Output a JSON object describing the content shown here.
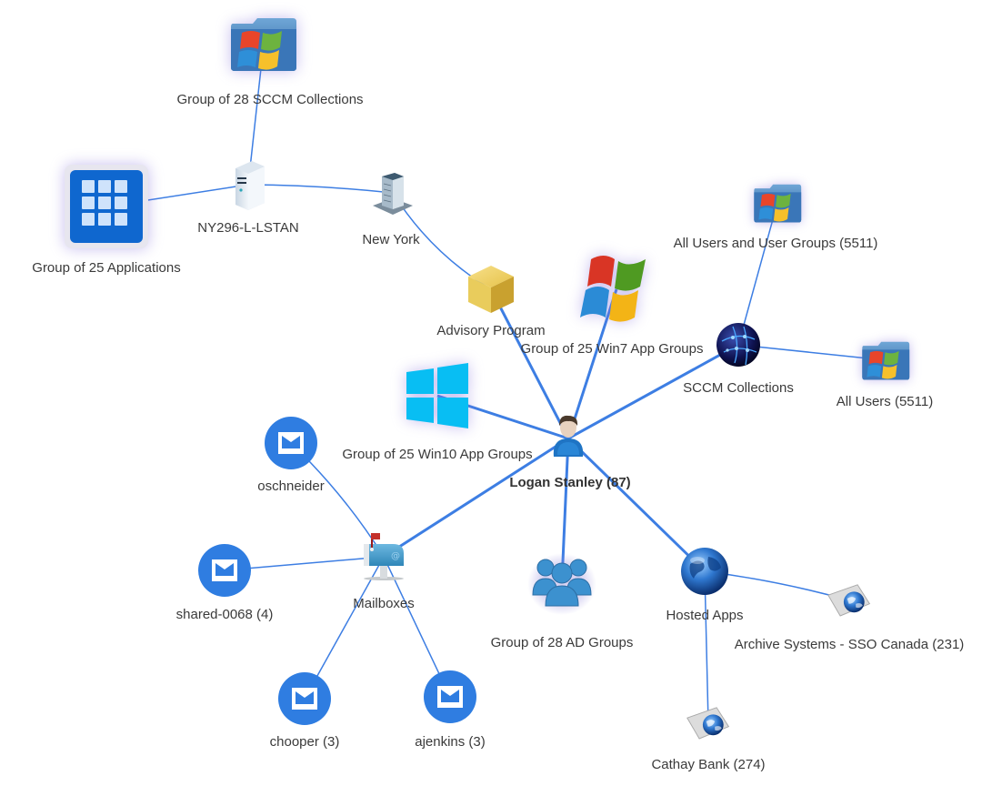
{
  "diagram": {
    "type": "network-graph",
    "colors": {
      "edge": "#3d7ee3",
      "mailbox_user": "#2f7de1",
      "label": "#3a3a3a"
    },
    "nodes": [
      {
        "id": "logan",
        "label": "Logan Stanley (87)",
        "icon": "user-icon",
        "bold": true
      },
      {
        "id": "sccm28",
        "label": "Group of 28 SCCM Collections",
        "icon": "windows-folder-icon"
      },
      {
        "id": "apps25",
        "label": "Group of 25 Applications",
        "icon": "app-grid-icon"
      },
      {
        "id": "ny296",
        "label": "NY296-L-LSTAN",
        "icon": "server-icon"
      },
      {
        "id": "newyork",
        "label": "New York",
        "icon": "building-icon"
      },
      {
        "id": "advisory",
        "label": "Advisory Program",
        "icon": "cube-icon"
      },
      {
        "id": "win7",
        "label": "Group of 25 Win7 App Groups",
        "icon": "windows7-logo-icon"
      },
      {
        "id": "allusersgroups",
        "label": "All Users and User Groups (5511)",
        "icon": "windows-folder-icon"
      },
      {
        "id": "sccmcoll",
        "label": "SCCM Collections",
        "icon": "network-globe-icon"
      },
      {
        "id": "allusers",
        "label": "All Users (5511)",
        "icon": "windows-folder-icon"
      },
      {
        "id": "win10",
        "label": "Group of 25 Win10 App Groups",
        "icon": "windows10-logo-icon"
      },
      {
        "id": "oschneider",
        "label": "oschneider",
        "icon": "mailbox-user-icon"
      },
      {
        "id": "mailboxes",
        "label": "Mailboxes",
        "icon": "mailbox-icon"
      },
      {
        "id": "shared0068",
        "label": "shared-0068 (4)",
        "icon": "mailbox-user-icon"
      },
      {
        "id": "chooper",
        "label": "chooper (3)",
        "icon": "mailbox-user-icon"
      },
      {
        "id": "ajenkins",
        "label": "ajenkins (3)",
        "icon": "mailbox-user-icon"
      },
      {
        "id": "adgroups",
        "label": "Group of 28 AD Groups",
        "icon": "user-group-icon"
      },
      {
        "id": "hosted",
        "label": "Hosted Apps",
        "icon": "globe-icon"
      },
      {
        "id": "archive",
        "label": "Archive Systems - SSO Canada (231)",
        "icon": "web-app-icon"
      },
      {
        "id": "cathay",
        "label": "Cathay Bank (274)",
        "icon": "web-app-icon"
      }
    ],
    "edges": [
      {
        "from": "logan",
        "to": "advisory"
      },
      {
        "from": "logan",
        "to": "win7"
      },
      {
        "from": "logan",
        "to": "sccmcoll"
      },
      {
        "from": "logan",
        "to": "win10"
      },
      {
        "from": "logan",
        "to": "mailboxes"
      },
      {
        "from": "logan",
        "to": "adgroups"
      },
      {
        "from": "logan",
        "to": "hosted"
      },
      {
        "from": "advisory",
        "to": "newyork"
      },
      {
        "from": "newyork",
        "to": "ny296"
      },
      {
        "from": "ny296",
        "to": "sccm28"
      },
      {
        "from": "ny296",
        "to": "apps25"
      },
      {
        "from": "sccmcoll",
        "to": "allusersgroups"
      },
      {
        "from": "sccmcoll",
        "to": "allusers"
      },
      {
        "from": "mailboxes",
        "to": "oschneider"
      },
      {
        "from": "mailboxes",
        "to": "shared0068"
      },
      {
        "from": "mailboxes",
        "to": "chooper"
      },
      {
        "from": "mailboxes",
        "to": "ajenkins"
      },
      {
        "from": "hosted",
        "to": "archive"
      },
      {
        "from": "hosted",
        "to": "cathay"
      }
    ]
  }
}
